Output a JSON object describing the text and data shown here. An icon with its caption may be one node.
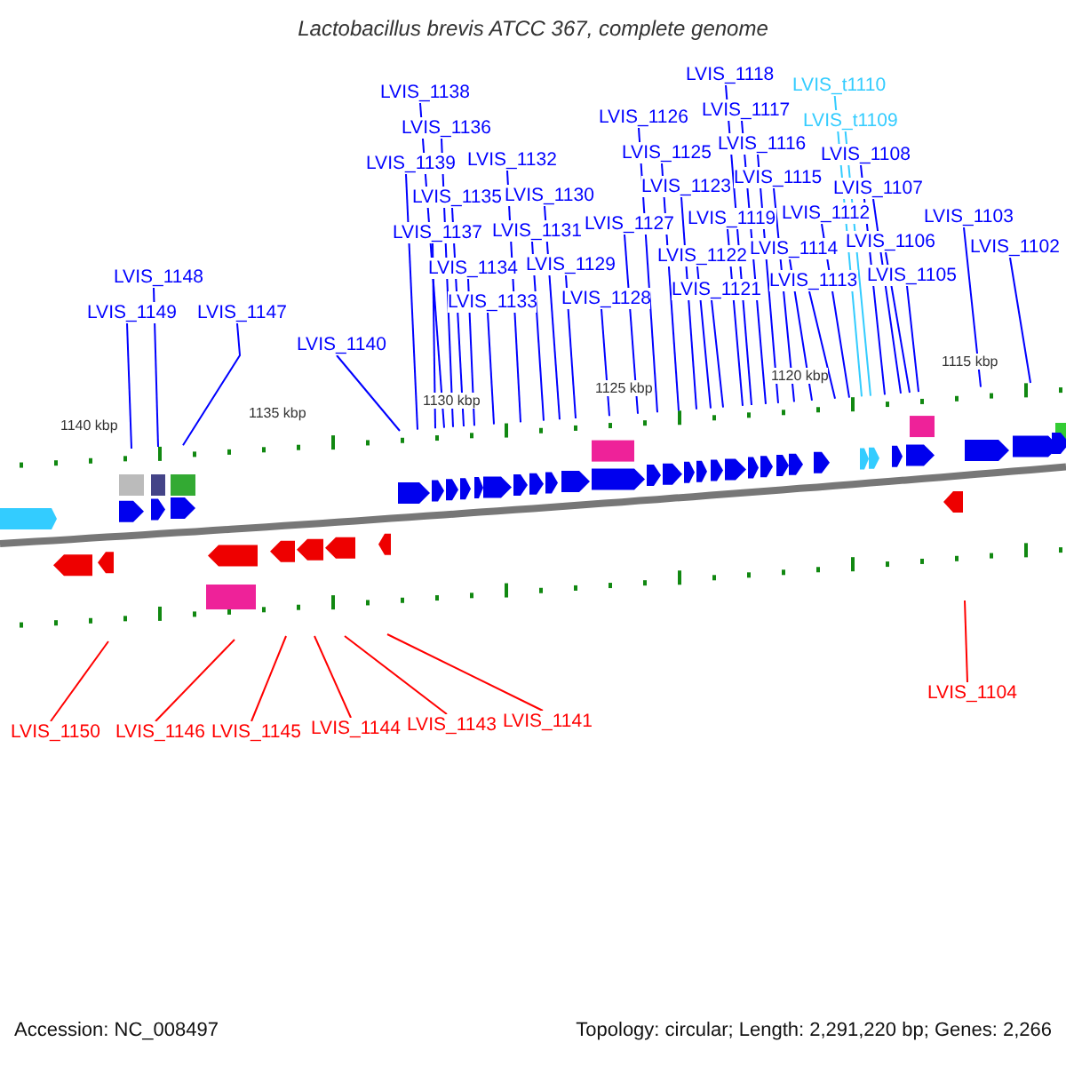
{
  "diagram": {
    "title": "Lactobacillus brevis ATCC 367, complete genome",
    "nodes": [
      {
        "text": [
          "LVIS_1148"
        ]
      },
      {
        "text": [
          "LVIS_1149"
        ]
      },
      {
        "text": [
          "LVIS_1147"
        ]
      },
      {
        "text": [
          "LVIS_1140"
        ]
      },
      {
        "text": [
          "LVIS_1138"
        ]
      },
      {
        "text": [
          "LVIS_1136"
        ]
      },
      {
        "text": [
          "LVIS_1139"
        ]
      },
      {
        "text": [
          "LVIS_1135"
        ]
      },
      {
        "text": [
          "LVIS_1137"
        ]
      },
      {
        "text": [
          "LVIS_1134"
        ]
      },
      {
        "text": [
          "LVIS_1133"
        ]
      },
      {
        "text": [
          "LVIS_1132"
        ]
      },
      {
        "text": [
          "LVIS_1130"
        ]
      },
      {
        "text": [
          "LVIS_1131"
        ]
      },
      {
        "text": [
          "LVIS_1129"
        ]
      },
      {
        "text": [
          "LVIS_1128"
        ]
      },
      {
        "text": [
          "LVIS_1127"
        ]
      },
      {
        "text": [
          "LVIS_1126"
        ]
      },
      {
        "text": [
          "LVIS_1125"
        ]
      },
      {
        "text": [
          "LVIS_1123"
        ]
      },
      {
        "text": [
          "LVIS_1122"
        ]
      },
      {
        "text": [
          "LVIS_1121"
        ]
      },
      {
        "text": [
          "LVIS_1119"
        ]
      },
      {
        "text": [
          "LVIS_1118"
        ]
      },
      {
        "text": [
          "LVIS_1117"
        ]
      },
      {
        "text": [
          "LVIS_1116"
        ]
      },
      {
        "text": [
          "LVIS_1115"
        ]
      },
      {
        "text": [
          "LVIS_1114"
        ]
      },
      {
        "text": [
          "LVIS_1113"
        ]
      },
      {
        "text": [
          "LVIS_1112"
        ]
      },
      {
        "text": [
          "LVIS_t1110"
        ]
      },
      {
        "text": [
          "LVIS_t1109"
        ]
      },
      {
        "text": [
          "LVIS_1108"
        ]
      },
      {
        "text": [
          "LVIS_1107"
        ]
      },
      {
        "text": [
          "LVIS_1106"
        ]
      },
      {
        "text": [
          "LVIS_1105"
        ]
      },
      {
        "text": [
          "LVIS_1103"
        ]
      },
      {
        "text": [
          "LVIS_1102"
        ]
      },
      {
        "text": [
          "LVIS_1150"
        ]
      },
      {
        "text": [
          "LVIS_1146"
        ]
      },
      {
        "text": [
          "LVIS_1145"
        ]
      },
      {
        "text": [
          "LVIS_1144"
        ]
      },
      {
        "text": [
          "LVIS_1143"
        ]
      },
      {
        "text": [
          "LVIS_1141"
        ]
      },
      {
        "text": [
          "LVIS_1104"
        ]
      }
    ],
    "edges": [
      {
        "from": 0,
        "to": null,
        "arrow": "none"
      },
      {
        "from": 1,
        "to": null,
        "arrow": "none"
      },
      {
        "from": 2,
        "to": null,
        "arrow": "none"
      },
      {
        "from": 3,
        "to": null,
        "arrow": "none"
      },
      {
        "from": 4,
        "to": null,
        "arrow": "none"
      },
      {
        "from": 5,
        "to": null,
        "arrow": "none"
      },
      {
        "from": 6,
        "to": null,
        "arrow": "none"
      },
      {
        "from": 7,
        "to": null,
        "arrow": "none"
      },
      {
        "from": 8,
        "to": null,
        "arrow": "none"
      },
      {
        "from": 9,
        "to": null,
        "arrow": "none"
      },
      {
        "from": 10,
        "to": null,
        "arrow": "none"
      },
      {
        "from": 11,
        "to": null,
        "arrow": "none"
      },
      {
        "from": 12,
        "to": null,
        "arrow": "none"
      },
      {
        "from": 13,
        "to": null,
        "arrow": "none"
      },
      {
        "from": 14,
        "to": null,
        "arrow": "none"
      },
      {
        "from": 15,
        "to": null,
        "arrow": "none"
      },
      {
        "from": 16,
        "to": null,
        "arrow": "none"
      },
      {
        "from": 17,
        "to": null,
        "arrow": "none"
      },
      {
        "from": 18,
        "to": null,
        "arrow": "none"
      },
      {
        "from": 19,
        "to": null,
        "arrow": "none"
      },
      {
        "from": 20,
        "to": null,
        "arrow": "none"
      },
      {
        "from": 21,
        "to": null,
        "arrow": "none"
      },
      {
        "from": 22,
        "to": null,
        "arrow": "none"
      },
      {
        "from": 23,
        "to": null,
        "arrow": "none"
      },
      {
        "from": 24,
        "to": null,
        "arrow": "none"
      },
      {
        "from": 25,
        "to": null,
        "arrow": "none"
      },
      {
        "from": 26,
        "to": null,
        "arrow": "none"
      },
      {
        "from": 27,
        "to": null,
        "arrow": "none"
      },
      {
        "from": 28,
        "to": null,
        "arrow": "none"
      },
      {
        "from": 29,
        "to": null,
        "arrow": "none"
      },
      {
        "from": 30,
        "to": null,
        "arrow": "none",
        "color": "#33ccff"
      },
      {
        "from": 31,
        "to": null,
        "arrow": "none",
        "color": "#33ccff"
      },
      {
        "from": 32,
        "to": null,
        "arrow": "none"
      },
      {
        "from": 33,
        "to": null,
        "arrow": "none"
      },
      {
        "from": 34,
        "to": null,
        "arrow": "none"
      },
      {
        "from": 35,
        "to": null,
        "arrow": "none"
      },
      {
        "from": 36,
        "to": null,
        "arrow": "none"
      },
      {
        "from": 37,
        "to": null,
        "arrow": "none"
      },
      {
        "from": 38,
        "to": null,
        "arrow": "none",
        "color": "#ff0000"
      },
      {
        "from": 39,
        "to": null,
        "arrow": "none",
        "color": "#ff0000"
      },
      {
        "from": 40,
        "to": null,
        "arrow": "none",
        "color": "#ff0000"
      },
      {
        "from": 41,
        "to": null,
        "arrow": "none",
        "color": "#ff0000"
      },
      {
        "from": 42,
        "to": null,
        "arrow": "none",
        "color": "#ff0000"
      },
      {
        "from": 43,
        "to": null,
        "arrow": "none",
        "color": "#ff0000"
      },
      {
        "from": 44,
        "to": null,
        "arrow": "none",
        "color": "#ff0000"
      }
    ],
    "labels": [
      "1140 kbp",
      "1135 kbp",
      "1130 kbp",
      "1125 kbp",
      "1120 kbp",
      "1115 kbp",
      "Accession: NC_008497",
      "Topology: circular; Length: 2,291,220 bp; Genes: 2,266"
    ]
  }
}
